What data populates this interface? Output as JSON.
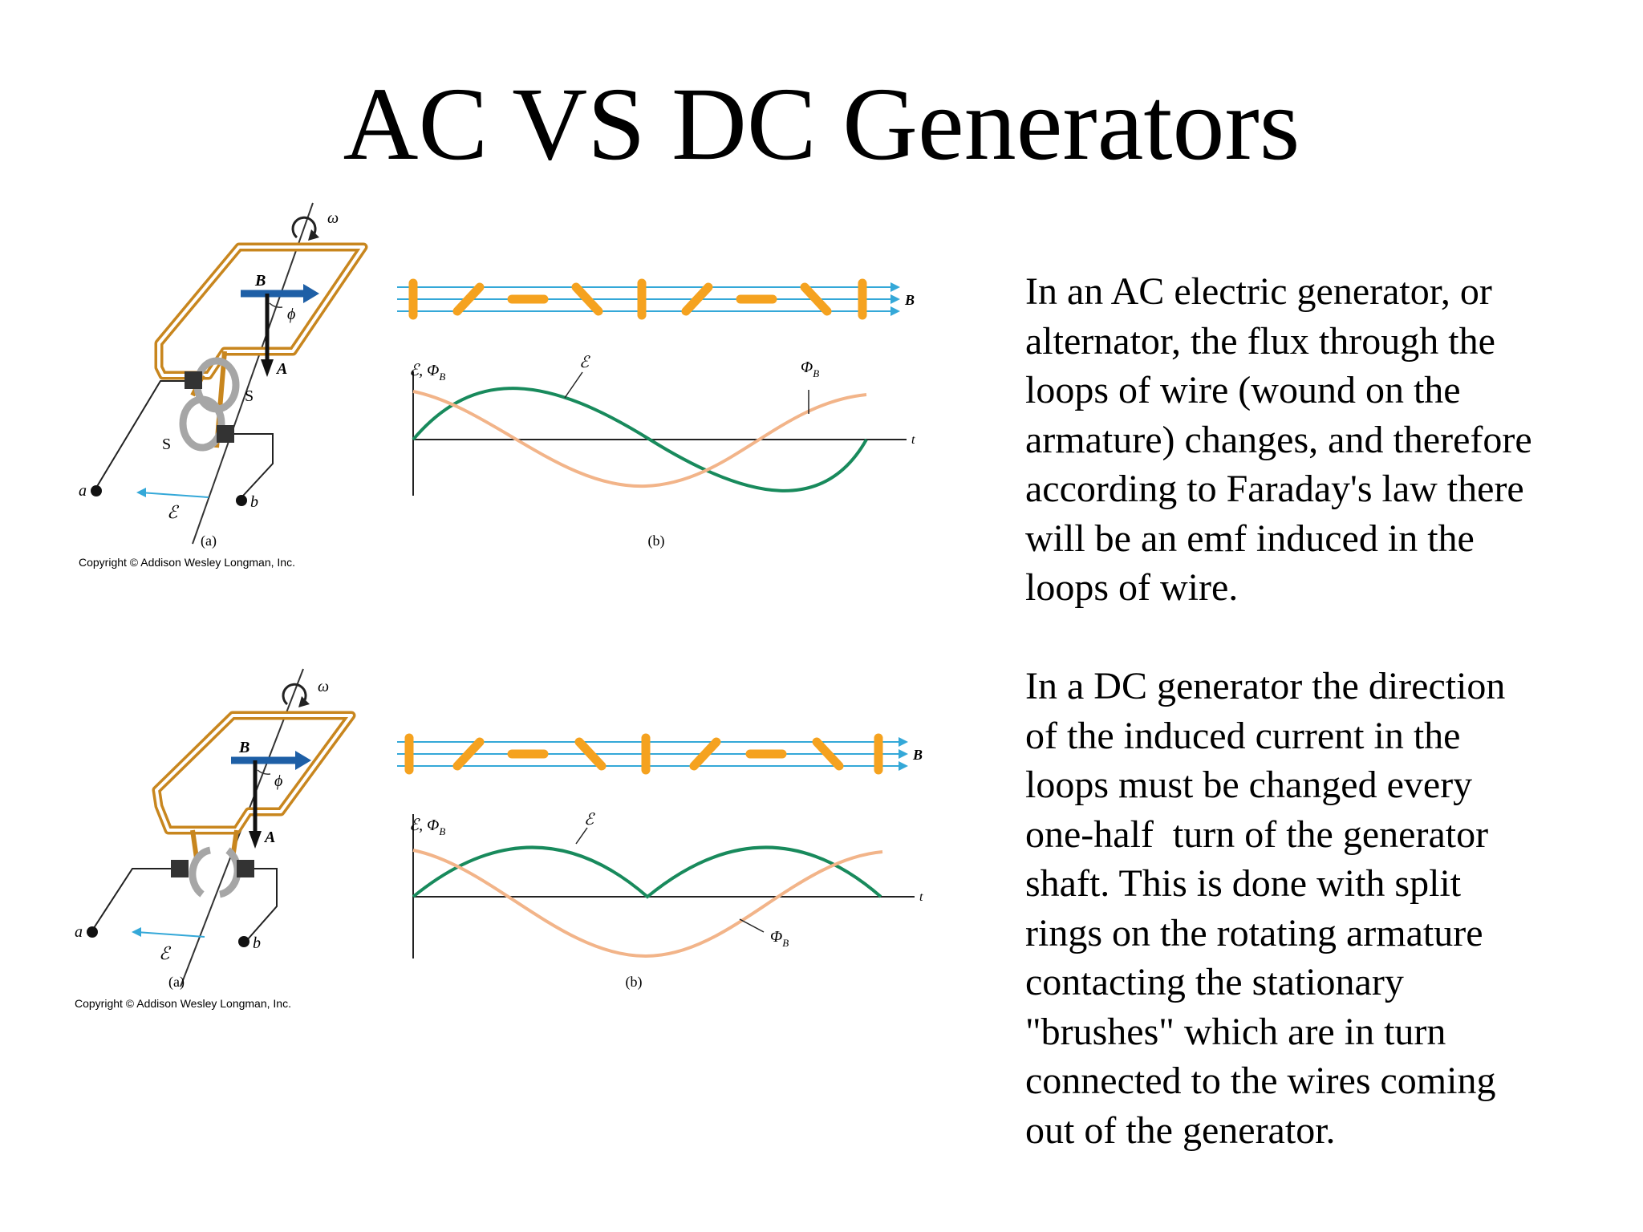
{
  "slide": {
    "title": "AC VS DC Generators"
  },
  "ac_figure": {
    "generator": {
      "omega": "ω",
      "b_vector": "B",
      "a_vector": "A",
      "phi": "ϕ",
      "slip_ring_1": "S",
      "slip_ring_2": "S",
      "terminal_a": "a",
      "terminal_b": "b",
      "emf": "ℰ",
      "caption": "(a)",
      "copyright": "Copyright © Addison Wesley Longman, Inc."
    },
    "graph": {
      "field_label": "B",
      "y_label": "ℰ, Φ",
      "y_label_sub": "B",
      "emf_label": "ℰ",
      "flux_label": "Φ",
      "flux_label_sub": "B",
      "t_label": "t",
      "caption": "(b)"
    }
  },
  "dc_figure": {
    "generator": {
      "omega": "ω",
      "b_vector": "B",
      "a_vector": "A",
      "phi": "ϕ",
      "terminal_a": "a",
      "terminal_b": "b",
      "emf": "ℰ",
      "caption": "(a)",
      "copyright": "Copyright © Addison Wesley Longman, Inc."
    },
    "graph": {
      "field_label": "B",
      "y_label": "ℰ, Φ",
      "y_label_sub": "B",
      "emf_label": "ℰ",
      "flux_label": "Φ",
      "flux_label_sub": "B",
      "t_label": "t",
      "caption": "(b)"
    }
  },
  "text": {
    "ac_lines": [
      "In an AC electric generator, or",
      "alternator, the flux through the",
      "loops of wire (wound on the",
      "armature) changes, and therefore",
      "according to Faraday's law there",
      "will be an emf induced in the",
      "loops of wire."
    ],
    "dc_lines": [
      "In a DC generator the direction",
      "of the induced current in the",
      "loops must be changed every",
      "one-half  turn of the generator",
      "shaft. This is done with split",
      "rings on the rotating armature",
      "contacting the stationary",
      "\"brushes\" which are in turn",
      "connected to the wires coming",
      "out of the generator."
    ]
  },
  "colors": {
    "loop": "#c8861e",
    "field_arrow": "#1e5fa6",
    "field_lines": "#34a8d8",
    "armature_bars": "#f5a21f",
    "emf_curve": "#188a5c",
    "flux_curve": "#f2b489",
    "ring": "#a6a6a6"
  },
  "icons": [
    "rotation-arrow-icon",
    "b-field-arrow-icon",
    "area-vector-arrow-icon"
  ]
}
